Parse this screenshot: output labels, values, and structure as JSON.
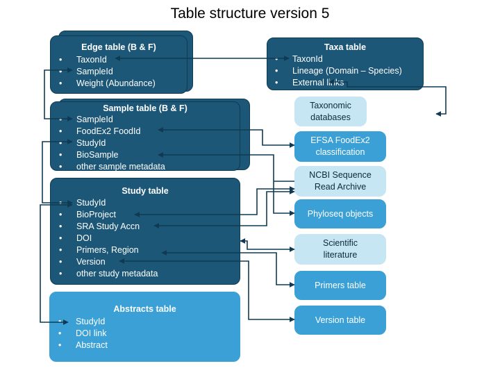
{
  "title": "Table structure version 5",
  "edge_table": {
    "header": "Edge table (B & F)",
    "items": [
      "TaxonId",
      "SampleId",
      "Weight (Abundance)"
    ]
  },
  "taxa_table": {
    "header": "Taxa table",
    "items": [
      "TaxonId",
      "Lineage (Domain – Species)",
      "External links"
    ]
  },
  "sample_table": {
    "header": "Sample table (B & F)",
    "items": [
      "SampleId",
      "FoodEx2 FoodId",
      "StudyId",
      "BioSample",
      "other sample metadata"
    ]
  },
  "study_table": {
    "header": "Study table",
    "items": [
      "StudyId",
      "BioProject",
      "SRA Study Accn",
      "DOI",
      "Primers, Region",
      "Version",
      "other study metadata"
    ]
  },
  "abstracts_table": {
    "header": "Abstracts table",
    "items": [
      "StudyId",
      "DOI link",
      "Abstract"
    ]
  },
  "external": {
    "taxonomic": "Taxonomic databases",
    "efsa": "EFSA FoodEx2 classification",
    "ncbi": "NCBI Sequence Read Archive",
    "phyloseq": "Phyloseq objects",
    "literature": "Scientific literature",
    "primers": "Primers table",
    "version": "Version table"
  },
  "colors": {
    "dark": "#1c5777",
    "mid": "#3aa0d6",
    "light": "#c6e6f3",
    "line": "#0f3a52"
  }
}
